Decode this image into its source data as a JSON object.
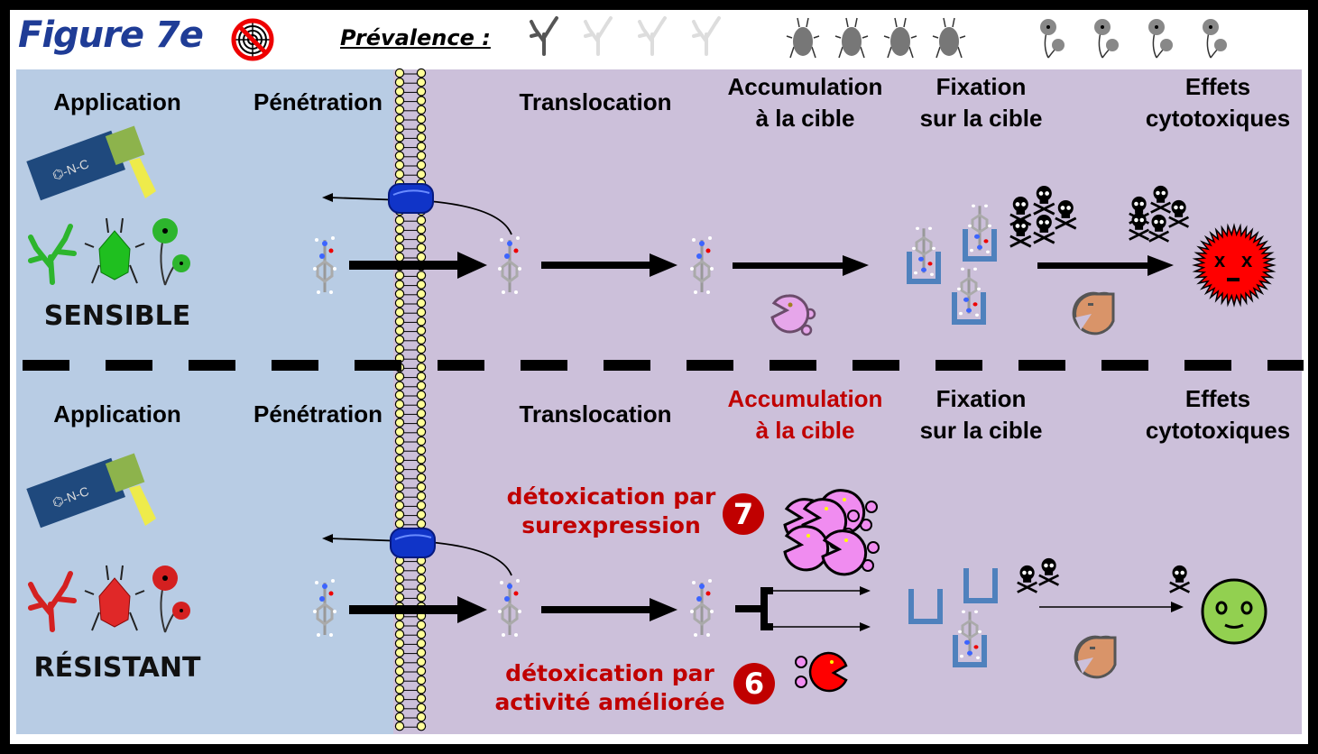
{
  "header": {
    "title": "Figure 7e",
    "prevalence_label": "Prévalence :",
    "no_target_icon": "no-target-icon",
    "prevalence_icons": {
      "weed_grass": {
        "icon": "coral-weed-icon",
        "count": 4,
        "active": 1
      },
      "aphid": {
        "icon": "aphid-icon",
        "count": 4,
        "active": 4
      },
      "poppy": {
        "icon": "poppy-icon",
        "count": 4,
        "active": 4
      }
    }
  },
  "colors": {
    "outside_bg": "#b8cce4",
    "inside_bg": "#ccc0da",
    "sensible_organisms": "#2db52d",
    "resistant_organisms": "#d42020",
    "highlight_red": "#c00000",
    "title_blue": "#1f3c96"
  },
  "sensible": {
    "status": "SENSIBLE",
    "steps": {
      "application": "Application",
      "penetration": "Pénétration",
      "translocation": "Translocation",
      "accumulation": [
        "Accumulation",
        "à la cible"
      ],
      "fixation": [
        "Fixation",
        "sur la cible"
      ],
      "effects": [
        "Effets",
        "cytotoxiques"
      ]
    },
    "skull_count_fixation": 5,
    "skull_count_effects": 5,
    "outcome": "dead-cell"
  },
  "resistant": {
    "status": "RÉSISTANT",
    "steps": {
      "application": "Application",
      "penetration": "Pénétration",
      "translocation": "Translocation",
      "accumulation": [
        "Accumulation",
        "à la cible"
      ],
      "fixation": [
        "Fixation",
        "sur la cible"
      ],
      "effects": [
        "Effets",
        "cytotoxiques"
      ]
    },
    "accumulation_highlighted": true,
    "mechanisms": [
      {
        "number": "7",
        "label": [
          "détoxication par",
          "surexpression"
        ]
      },
      {
        "number": "6",
        "label": [
          "détoxication par",
          "activité améliorée"
        ]
      }
    ],
    "skull_count_fixation": 2,
    "skull_count_effects": 1,
    "outcome": "healthy-cell"
  }
}
